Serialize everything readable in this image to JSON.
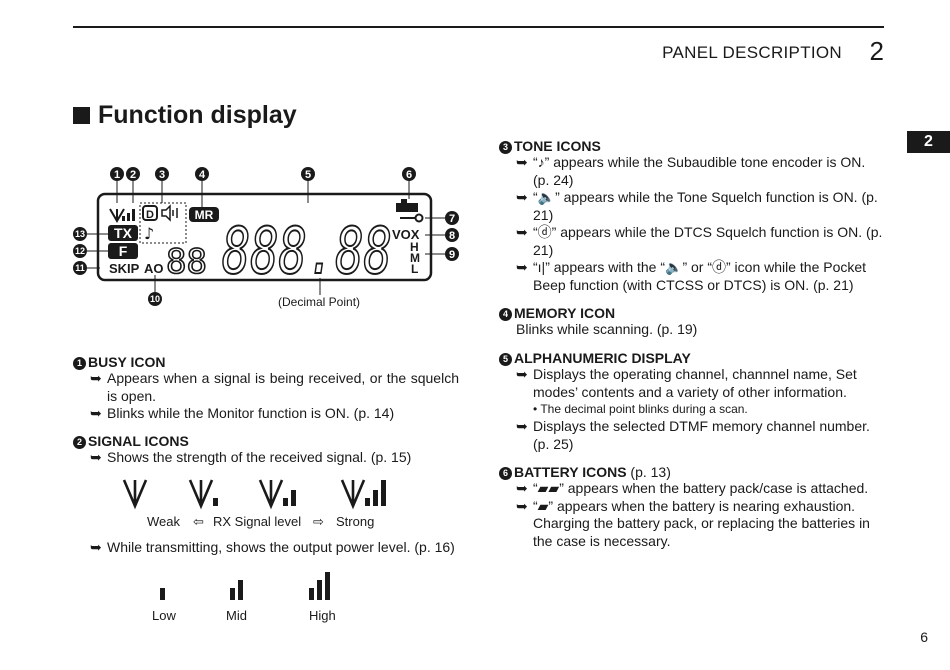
{
  "header": {
    "title": "PANEL DESCRIPTION",
    "chapter": "2"
  },
  "chapter_tab": "2",
  "section_title": "Function display",
  "page_number": "6",
  "display_diagram": {
    "callouts": [
      "1",
      "2",
      "3",
      "4",
      "5",
      "6",
      "7",
      "8",
      "9",
      "10",
      "11",
      "12",
      "13"
    ],
    "lcd_labels": {
      "tx": "TX",
      "f": "F",
      "skip": "SKIP",
      "ao": "AO",
      "vox": "VOX",
      "mr": "MR",
      "d": "D",
      "h": "H",
      "m": "M",
      "l": "L",
      "digits_small": "88",
      "digits_large": "888.88"
    },
    "decimal_point_label": "(Decimal Point)"
  },
  "left_column": {
    "busy": {
      "num": "1",
      "heading": "BUSY ICON",
      "bullets": [
        "Appears when a signal is being received, or the squelch is open.",
        "Blinks while the Monitor function is ON. (p. 14)"
      ]
    },
    "signal": {
      "num": "2",
      "heading": "SIGNAL ICONS",
      "bullets": [
        "Shows the strength of the received signal. (p. 15)"
      ],
      "rx_scale": {
        "weak": "Weak",
        "level": "RX Signal level",
        "strong": "Strong",
        "arrow_left": "⇦",
        "arrow_right": "⇨"
      },
      "tx_bullet": "While transmitting, shows the output power level. (p. 16)",
      "power_levels": [
        "Low",
        "Mid",
        "High"
      ]
    }
  },
  "right_column": {
    "tone": {
      "num": "3",
      "heading": "TONE ICONS",
      "bullets": [
        "“♪” appears while the Subaudible tone encoder is ON. (p. 24)",
        "“🔈” appears while the Tone Squelch function is ON. (p. 21)",
        "“ⓓ” appears while the DTCS Squelch function is ON. (p. 21)",
        "“ı|” appears with the “🔈” or “ⓓ” icon while the Pocket Beep function (with CTCSS or DTCS) is ON. (p. 21)"
      ]
    },
    "memory": {
      "num": "4",
      "heading": "MEMORY ICON",
      "text": "Blinks while scanning. (p. 19)"
    },
    "alnum": {
      "num": "5",
      "heading": "ALPHANUMERIC DISPLAY",
      "bullet1": "Displays the operating channel, channnel name, Set modes’ contents and a variety of other information.",
      "note": "• The decimal point blinks during a scan.",
      "bullet2": "Displays the selected DTMF memory channel number. (p. 25)"
    },
    "battery": {
      "num": "6",
      "heading": "BATTERY ICONS",
      "page_ref": "(p. 13)",
      "bullets": [
        "“▰▰” appears when the battery pack/case is attached.",
        "“▰” appears when the battery is nearing exhaustion. Charging the battery pack, or replacing the batteries in the case is necessary."
      ]
    }
  },
  "bullet_glyph": "➥"
}
